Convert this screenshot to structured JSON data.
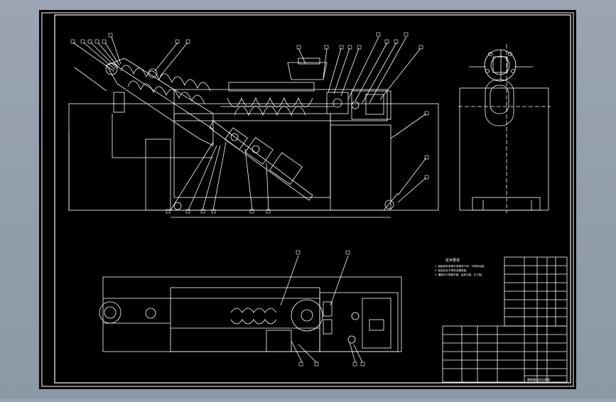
{
  "drawing": {
    "notes_title": "技术要求",
    "notes": [
      "1. 装配前所有零件须清洗干净，不得有毛刺。",
      "2. 各密封处不得有渗漏现象。",
      "3. 螺旋叶片焊接牢固，运转平稳，无卡阻。"
    ],
    "title_block_name": "螺旋输送机总装图",
    "colors": {
      "background": "#000000",
      "lines": "#ffffff",
      "frame": "#ffffff",
      "viewport": "#9aa4b2"
    }
  }
}
